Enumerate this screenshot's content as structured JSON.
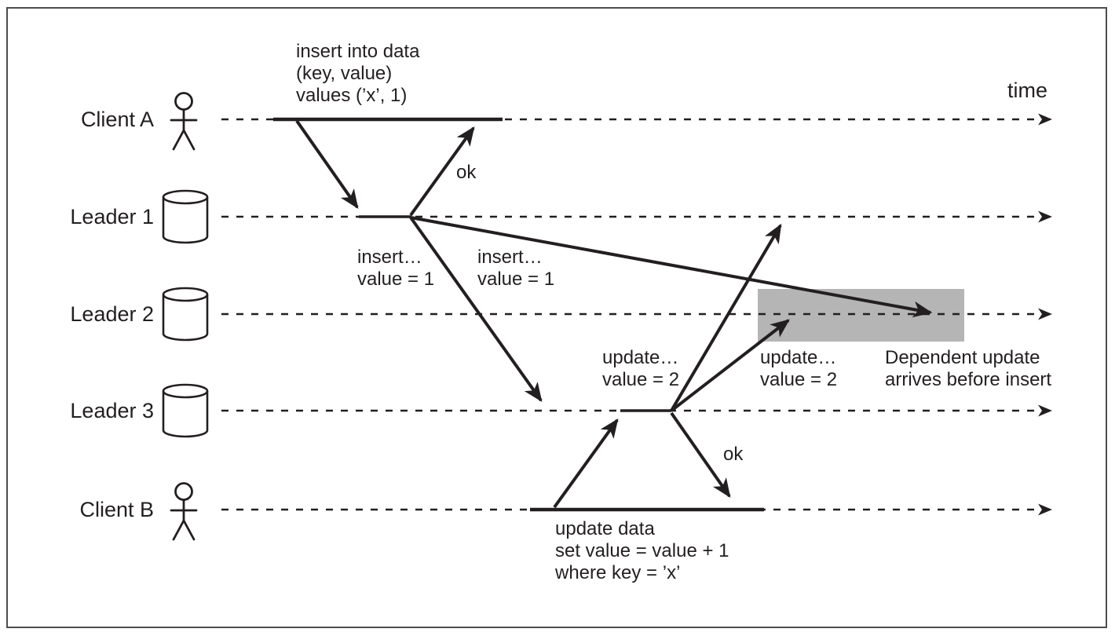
{
  "diagram": {
    "time_label": "time",
    "rows": [
      {
        "label": "Client A",
        "icon": "person-icon"
      },
      {
        "label": "Leader 1",
        "icon": "database-icon"
      },
      {
        "label": "Leader 2",
        "icon": "database-icon"
      },
      {
        "label": "Leader 3",
        "icon": "database-icon"
      },
      {
        "label": "Client B",
        "icon": "person-icon"
      }
    ],
    "annotations": {
      "insert_query": "insert into data\n(key, value)\nvalues (’x’, 1)",
      "ok_client_a": "ok",
      "insert_msg_to_leader3": "insert…\nvalue = 1",
      "insert_msg_to_leader2": "insert…\nvalue = 1",
      "update_msg_to_leader1": "update…\nvalue = 2",
      "update_msg_to_leader2": "update…\nvalue = 2",
      "dependent_note": "Dependent update\narrives before insert",
      "ok_client_b": "ok",
      "update_query": "update data\nset value = value + 1\nwhere key = ’x’"
    },
    "colors": {
      "ink": "#231f20",
      "highlight": "#b5b5b5",
      "border": "#4d4d4d",
      "background": "#ffffff"
    }
  }
}
